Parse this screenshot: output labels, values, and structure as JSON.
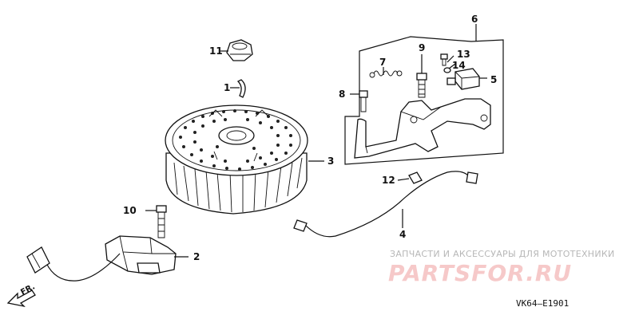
{
  "diagram": {
    "callouts": [
      {
        "id": "c11",
        "label": "11"
      },
      {
        "id": "c1",
        "label": "1"
      },
      {
        "id": "c7",
        "label": "7"
      },
      {
        "id": "c9",
        "label": "9"
      },
      {
        "id": "c13",
        "label": "13"
      },
      {
        "id": "c6",
        "label": "6"
      },
      {
        "id": "c14",
        "label": "14"
      },
      {
        "id": "c5",
        "label": "5"
      },
      {
        "id": "c8",
        "label": "8"
      },
      {
        "id": "c3",
        "label": "3"
      },
      {
        "id": "c12",
        "label": "12"
      },
      {
        "id": "c10",
        "label": "10"
      },
      {
        "id": "c4",
        "label": "4"
      },
      {
        "id": "c2",
        "label": "2"
      }
    ],
    "direction_marker": "FR.",
    "diagram_code": "VK64—E1901"
  },
  "watermark": {
    "tagline": "ЗАПЧАСТИ И АКСЕССУАРЫ ДЛЯ МОТОТЕХНИКИ",
    "logo": "PARTSFOR.RU",
    "color": "#f2a9a9"
  }
}
